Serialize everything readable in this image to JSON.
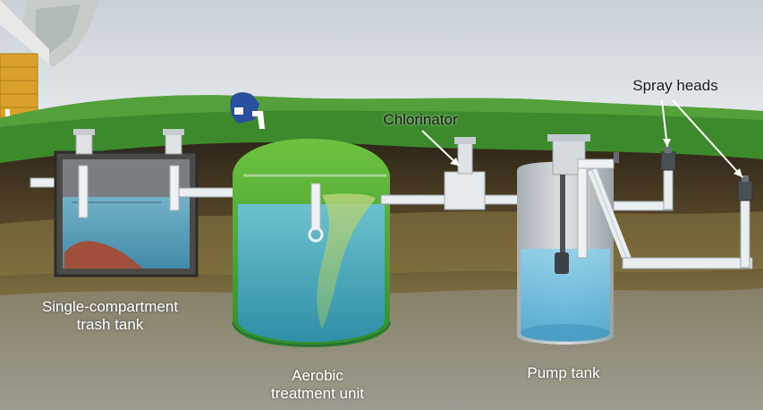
{
  "labels": {
    "trash_tank": [
      "Single-compartment",
      "trash tank"
    ],
    "aerobic_unit": [
      "Aerobic",
      "treatment unit"
    ],
    "pump_tank": "Pump tank",
    "chlorinator": "Chlorinator",
    "spray_heads": "Spray heads"
  },
  "colors": {
    "sky": "#d7dde2",
    "grass": "#3f8a2f",
    "soil_dark": "#3a2e1f",
    "soil_mid": "#6b5a36",
    "soil_light": "#9a8a52",
    "water": "#5ab7d6",
    "aerobic_shell": "#3ea84a",
    "pipe": "#e9eef0"
  }
}
